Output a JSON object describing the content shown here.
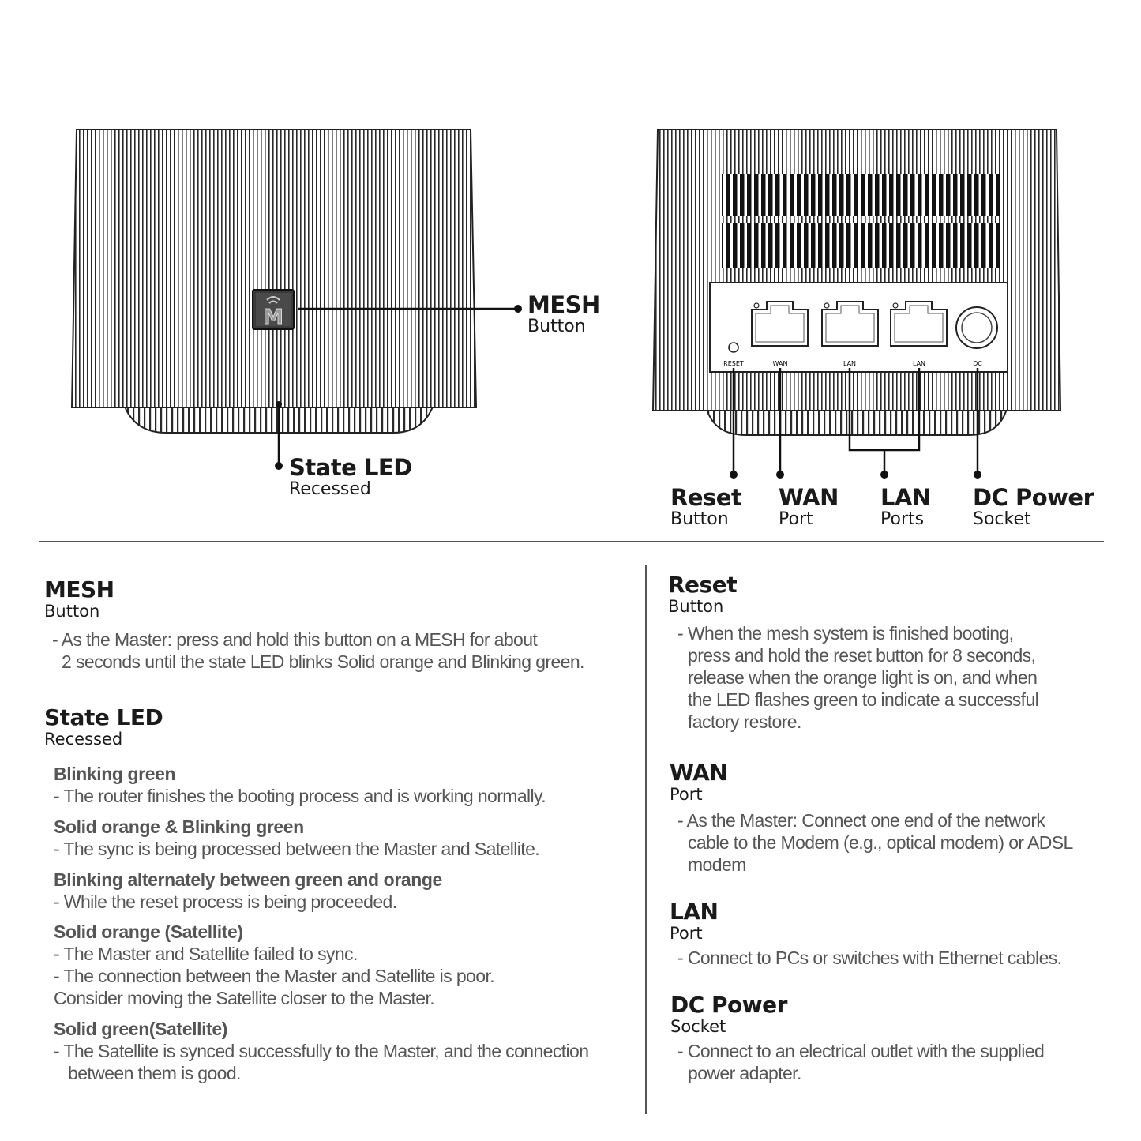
{
  "callouts": {
    "mesh": {
      "title": "MESH",
      "sub": "Button"
    },
    "state_led": {
      "title": "State LED",
      "sub": "Recessed"
    },
    "reset": {
      "title": "Reset",
      "sub": "Button"
    },
    "wan": {
      "title": "WAN",
      "sub": "Port"
    },
    "lan": {
      "title": "LAN",
      "sub": "Ports"
    },
    "dc": {
      "title": "DC Power",
      "sub": "Socket"
    }
  },
  "device": {
    "logo_letter": "M",
    "port_labels": {
      "reset": "RESET",
      "wan": "WAN",
      "lan1": "LAN",
      "lan2": "LAN",
      "dc": "DC"
    }
  },
  "sections": {
    "mesh": {
      "title": "MESH",
      "sub": "Button",
      "lines": [
        "- As the Master: press and hold this button on a MESH for about",
        "2 seconds until the state LED blinks Solid orange and Blinking green."
      ]
    },
    "state_led": {
      "title": "State LED",
      "sub": "Recessed",
      "items": [
        {
          "head": "Blinking green",
          "lines": [
            "- The router finishes the booting process and is working normally."
          ]
        },
        {
          "head": "Solid orange & Blinking green",
          "lines": [
            "- The sync is being processed between the Master and Satellite."
          ]
        },
        {
          "head": "Blinking alternately between green and orange",
          "lines": [
            "- While the reset process is being proceeded."
          ]
        },
        {
          "head": "Solid orange (Satellite)",
          "lines": [
            "- The Master and Satellite failed to sync.",
            "- The connection between the Master and Satellite is poor.",
            "Consider moving the Satellite closer to the Master."
          ]
        },
        {
          "head": "Solid green(Satellite)",
          "lines": [
            "- The Satellite is synced successfully to the Master, and the connection",
            "between them is good."
          ]
        }
      ]
    },
    "reset": {
      "title": "Reset",
      "sub": "Button",
      "lines": [
        "- When the mesh system is finished booting,",
        "press and hold the reset button for 8 seconds,",
        "release when the orange light is on, and when",
        "the LED flashes green to indicate a successful",
        "factory restore."
      ]
    },
    "wan": {
      "title": "WAN",
      "sub": "Port",
      "lines": [
        "- As the Master: Connect one end of the network",
        "cable to the Modem (e.g., optical modem) or ADSL",
        "modem"
      ]
    },
    "lan": {
      "title": "LAN",
      "sub": "Port",
      "lines": [
        "- Connect to PCs or switches with Ethernet cables."
      ]
    },
    "dc": {
      "title": "DC Power",
      "sub": "Socket",
      "lines": [
        "- Connect to an electrical outlet with the supplied",
        "power adapter."
      ]
    }
  }
}
